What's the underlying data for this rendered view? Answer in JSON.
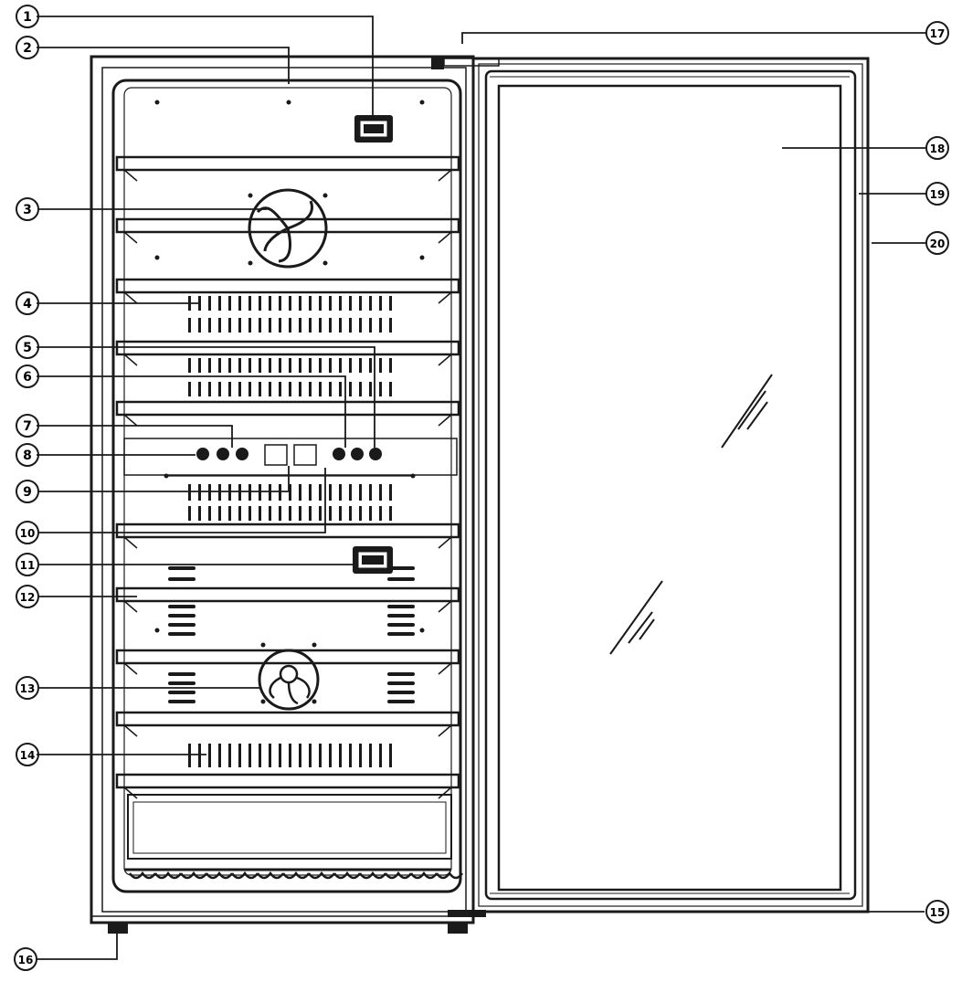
{
  "diagram": {
    "callouts": [
      {
        "id": "c1",
        "label": "1"
      },
      {
        "id": "c2",
        "label": "2"
      },
      {
        "id": "c3",
        "label": "3"
      },
      {
        "id": "c4",
        "label": "4"
      },
      {
        "id": "c5",
        "label": "5"
      },
      {
        "id": "c6",
        "label": "6"
      },
      {
        "id": "c7",
        "label": "7"
      },
      {
        "id": "c8",
        "label": "8"
      },
      {
        "id": "c9",
        "label": "9"
      },
      {
        "id": "c10",
        "label": "10"
      },
      {
        "id": "c11",
        "label": "11"
      },
      {
        "id": "c12",
        "label": "12"
      },
      {
        "id": "c13",
        "label": "13"
      },
      {
        "id": "c14",
        "label": "14"
      },
      {
        "id": "c15",
        "label": "15"
      },
      {
        "id": "c16",
        "label": "16"
      },
      {
        "id": "c17",
        "label": "17"
      },
      {
        "id": "c18",
        "label": "18"
      },
      {
        "id": "c19",
        "label": "19"
      },
      {
        "id": "c20",
        "label": "20"
      }
    ],
    "colors": {
      "stroke": "#1a1a1a",
      "background": "#ffffff"
    }
  }
}
